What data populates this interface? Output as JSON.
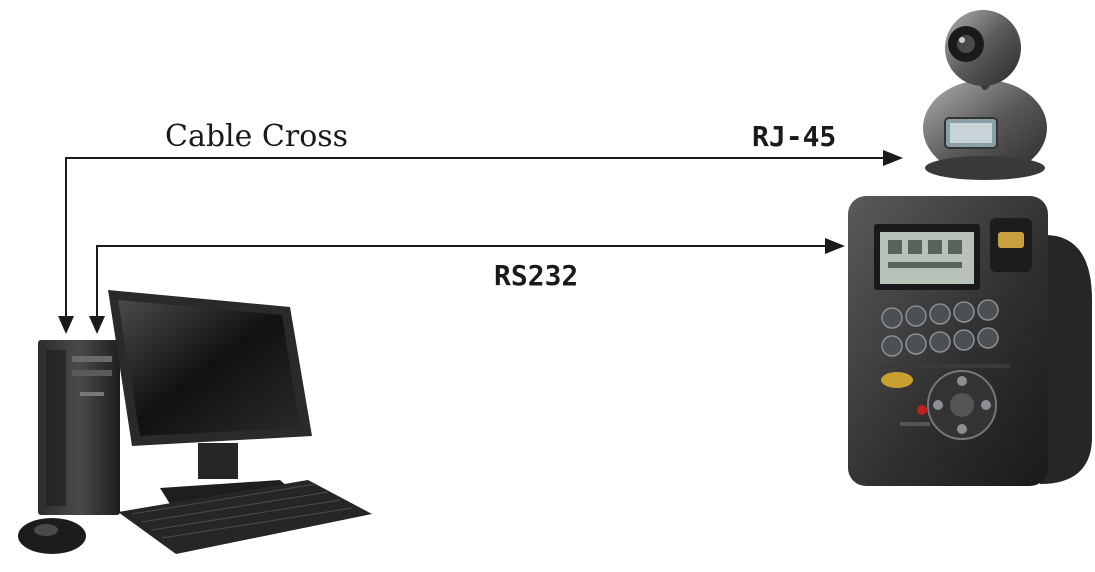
{
  "labels": {
    "cable_cross": "Cable Cross",
    "rj45": "RJ-45",
    "rs232": "RS232"
  },
  "devices": {
    "computer": "desktop-computer-icon",
    "webcam": "webcam-icon",
    "terminal": "time-attendance-terminal-icon"
  },
  "colors": {
    "line": "#1a1a1a",
    "background": "#ffffff"
  }
}
